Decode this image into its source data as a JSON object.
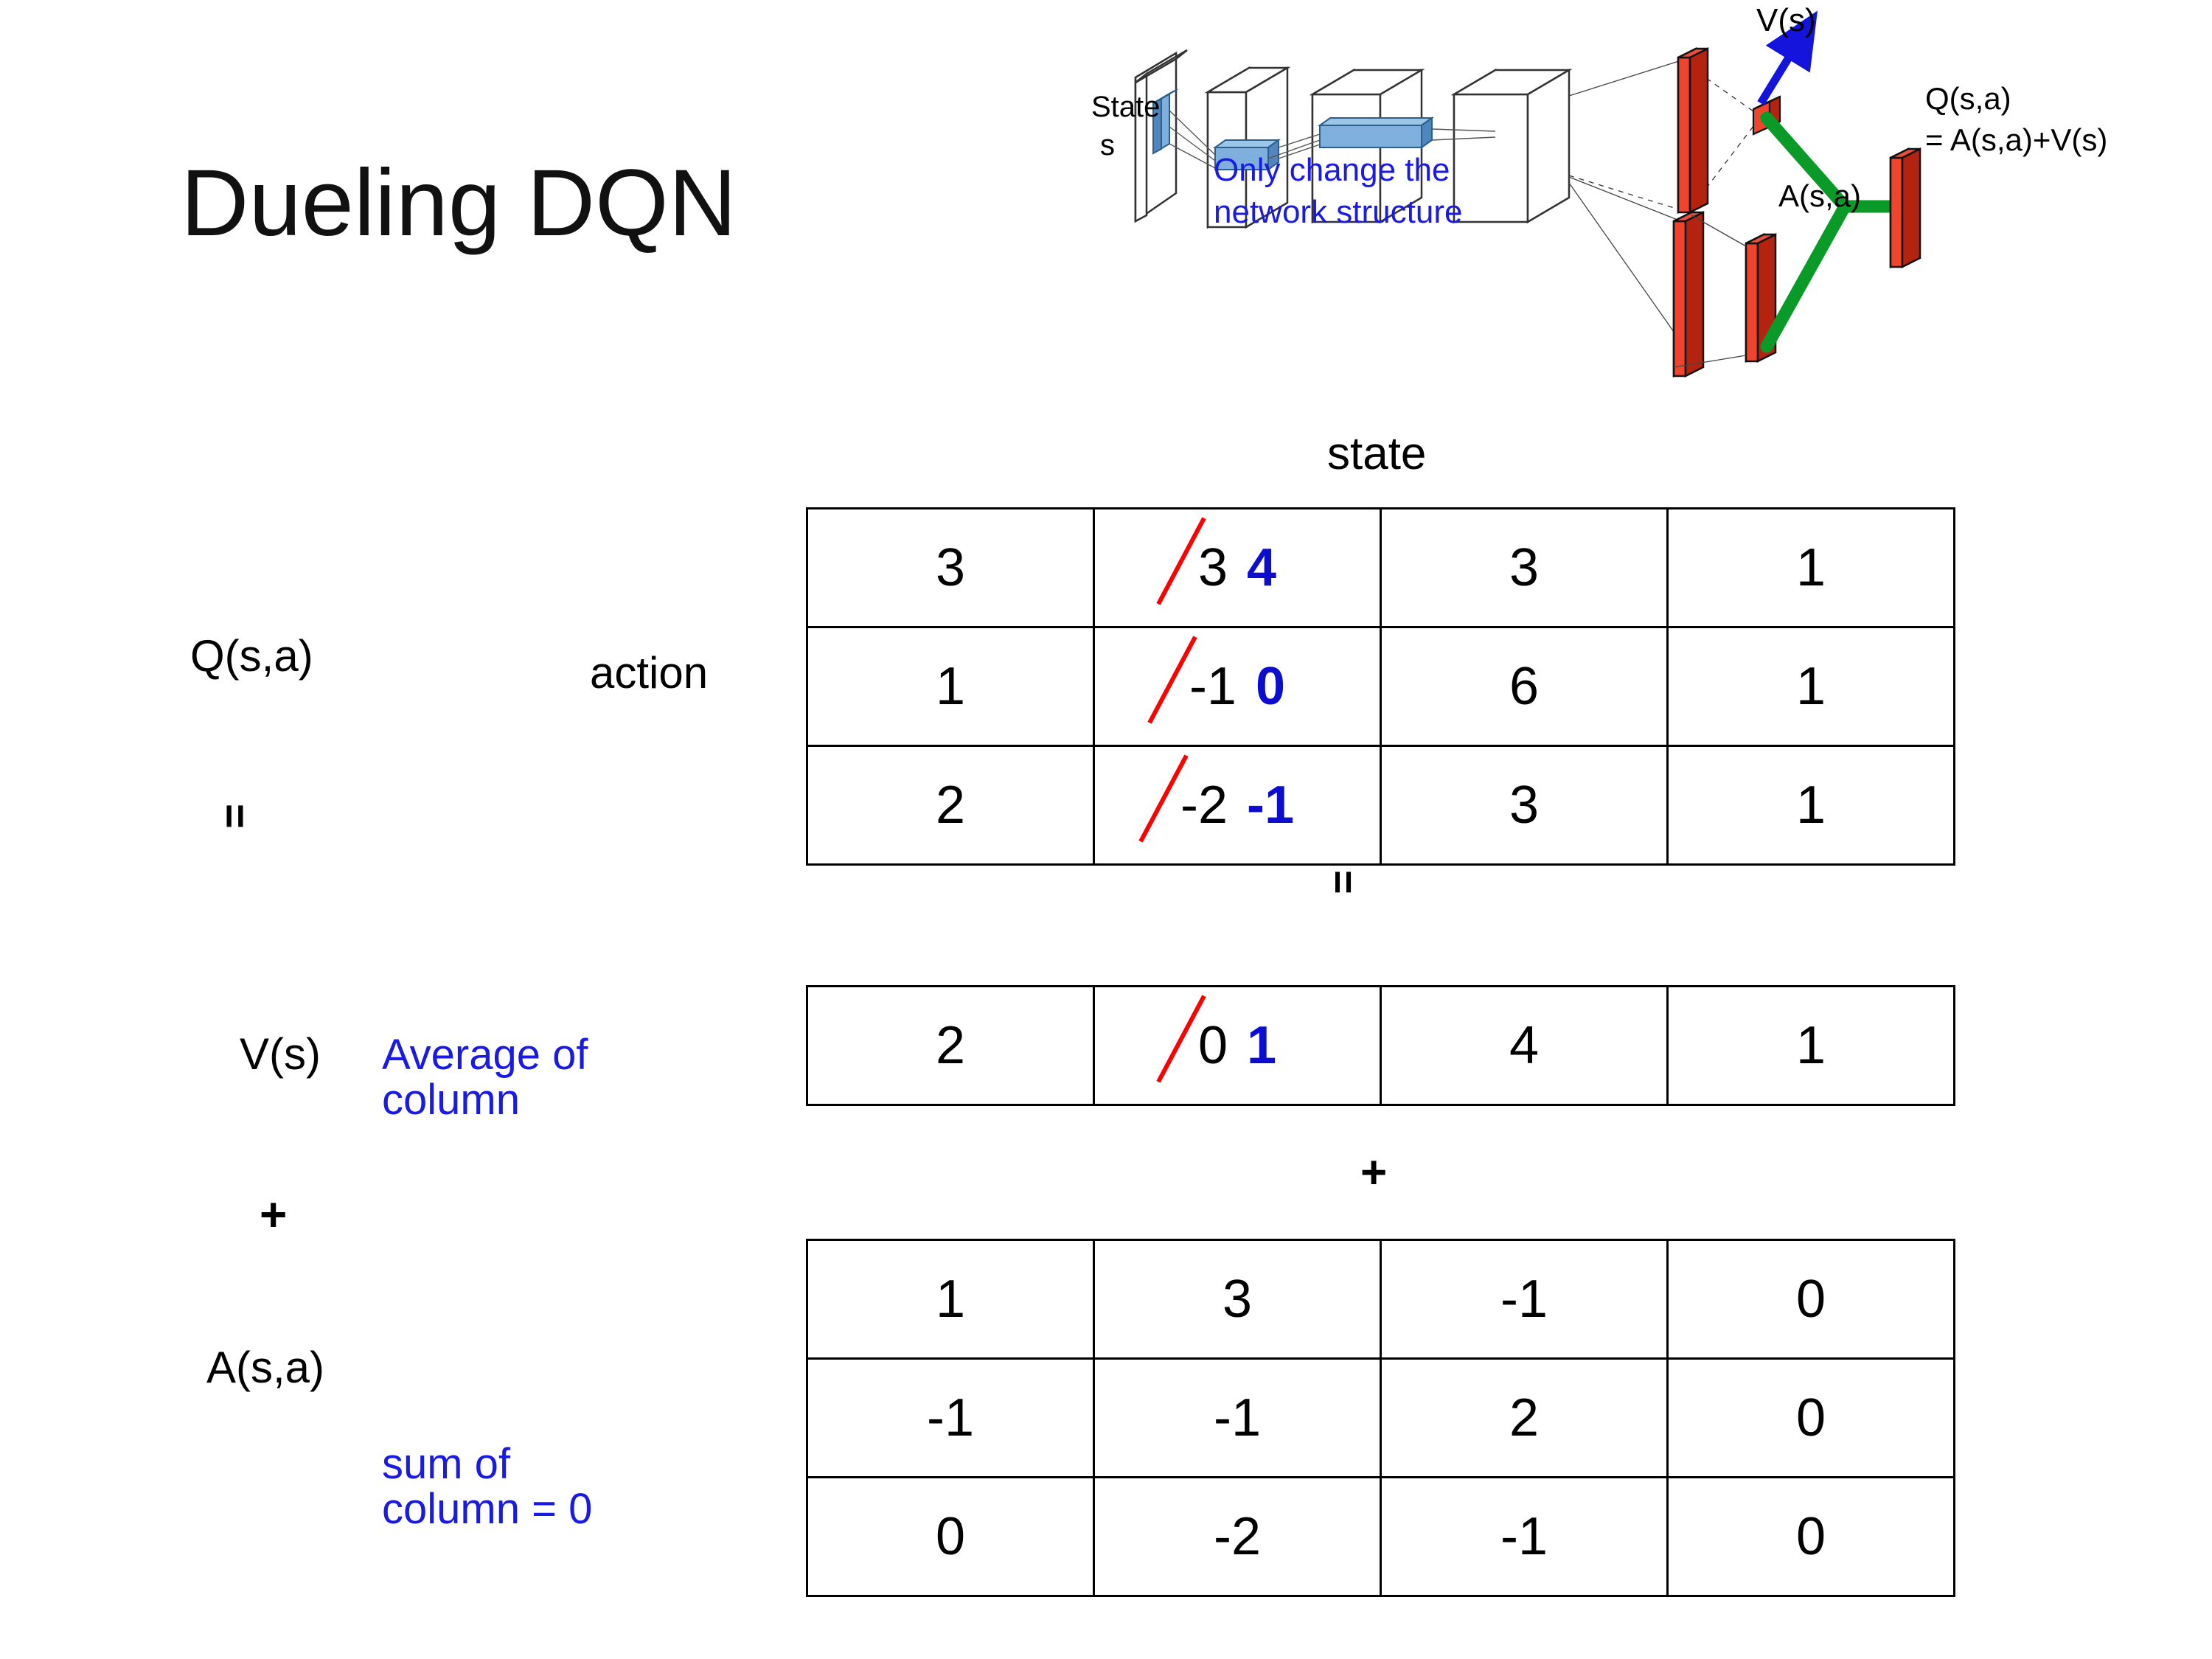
{
  "title": "Dueling DQN",
  "colors": {
    "accent_blue": "#0d0dcf",
    "note_blue": "#1a1ae6",
    "strike_red": "#ff0000",
    "bar_red": "#ee3322",
    "link_green": "#0a9a28",
    "arrow_blue": "#1414dd",
    "layer_blue": "#5b9bd5"
  },
  "diagram": {
    "input_label_line1": "State",
    "input_label_line2": "s",
    "note": "Only change the\nnetwork structure",
    "note_line1": "Only change the",
    "note_line2": "network structure",
    "value_head_label": "V(s)",
    "advantage_head_label": "A(s,a)",
    "output_label_line1": "Q(s,a)",
    "output_label_line2": "= A(s,a)+V(s)"
  },
  "labels": {
    "state_axis": "state",
    "action_axis": "action",
    "q": "Q(s,a)",
    "v": "V(s)",
    "a": "A(s,a)",
    "equals_left": "=",
    "plus_left": "+",
    "equals_mid": "=",
    "plus_mid": "+",
    "note_average_line1": "Average of",
    "note_average_line2": "column",
    "note_sum_line1": "sum of",
    "note_sum_line2": "column = 0"
  },
  "chart_data": {
    "type": "table",
    "title": "Dueling DQN  Q(s,a) = V(s) + A(s,a)",
    "xlabel": "state",
    "ylabel": "action",
    "tables": [
      {
        "name": "Q(s,a)",
        "rows": 3,
        "cols": 4,
        "values": [
          [
            "3",
            "3",
            "3",
            "1"
          ],
          [
            "1",
            "-1",
            "6",
            "1"
          ],
          [
            "2",
            "-2",
            "3",
            "1"
          ]
        ],
        "edits": [
          {
            "row": 0,
            "col": 1,
            "old": "3",
            "new": "4",
            "struck": true
          },
          {
            "row": 1,
            "col": 1,
            "old": "-1",
            "new": "0",
            "struck": true
          },
          {
            "row": 2,
            "col": 1,
            "old": "-2",
            "new": "-1",
            "struck": true
          }
        ]
      },
      {
        "name": "V(s)",
        "rows": 1,
        "cols": 4,
        "values": [
          [
            "2",
            "0",
            "4",
            "1"
          ]
        ],
        "edits": [
          {
            "row": 0,
            "col": 1,
            "old": "0",
            "new": "1",
            "struck": true
          }
        ]
      },
      {
        "name": "A(s,a)",
        "rows": 3,
        "cols": 4,
        "values": [
          [
            "1",
            "3",
            "-1",
            "0"
          ],
          [
            "-1",
            "-1",
            "2",
            "0"
          ],
          [
            "0",
            "-2",
            "-1",
            "0"
          ]
        ],
        "edits": []
      }
    ]
  }
}
